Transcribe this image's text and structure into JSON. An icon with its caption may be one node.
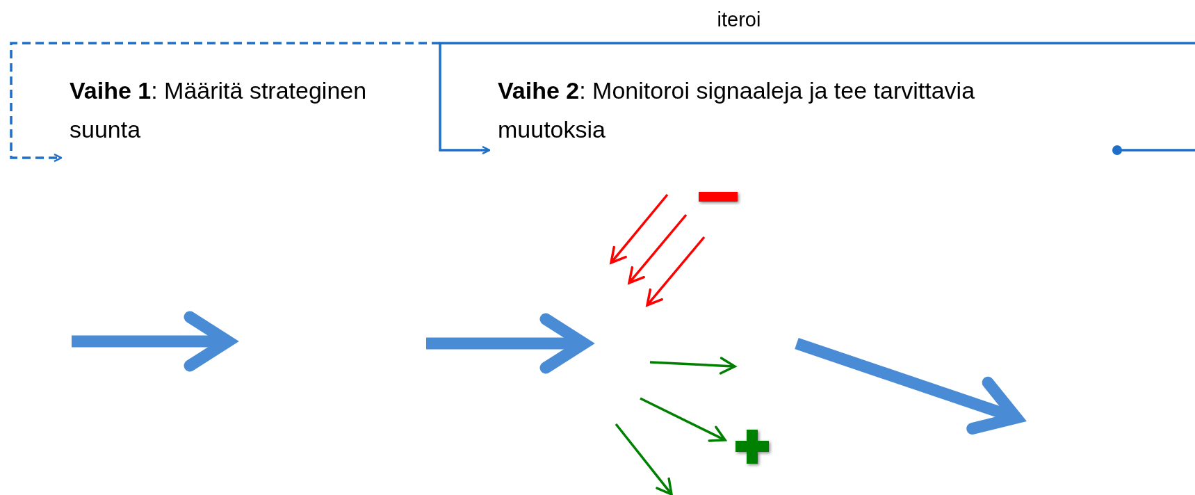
{
  "diagram": {
    "nodes": [
      {
        "text": [
          "**Vaihe 1**: Määritä strateginen suunta"
        ]
      },
      {
        "text": [
          "**Vaihe 2**: Monitoroi signaaleja ja tee tarvittavia muutoksia"
        ]
      }
    ],
    "edges": [
      {
        "from": null,
        "to": 1,
        "arrow": "to",
        "label": "iteroi"
      },
      {
        "from": null,
        "to": 0,
        "arrow": "to",
        "style": "dashed"
      }
    ]
  }
}
